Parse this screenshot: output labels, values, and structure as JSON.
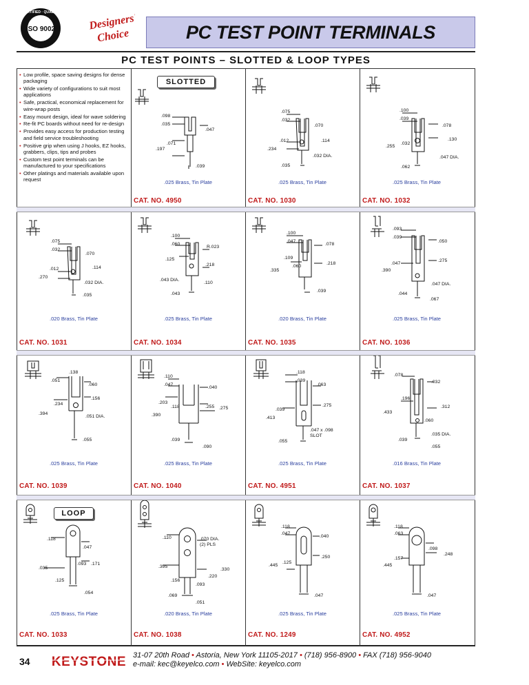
{
  "header": {
    "title": "PC TEST POINT TERMINALS",
    "iso_text": "ISO 9002",
    "iso_ring": "CERTIFIED · QUALITY",
    "brand_line1": "Designers'",
    "brand_line2": "Choice"
  },
  "section": {
    "title": "PC TEST POINTS – SLOTTED & LOOP TYPES"
  },
  "tags": {
    "slotted": "SLOTTED",
    "loop": "LOOP"
  },
  "features": [
    "Low profile, space saving designs for dense packaging",
    "Wide variety of configurations to suit most applications",
    "Safe, practical, economical replacement for wire-wrap posts",
    "Easy mount design, ideal for wave soldering",
    "Re-fit PC boards without need for re-design",
    "Provides easy access for production testing and field service troubleshooting",
    "Positive grip when using J hooks, EZ hooks, grabbers, clips, tips and probes",
    "Custom test point terminals can be manufactured to your specifications",
    "Other platings and materials available upon request"
  ],
  "products": [
    {
      "cat": "CAT. NO. 4950",
      "material": ".025 Brass, Tin Plate",
      "dims": [
        ".098",
        ".035",
        ".047",
        ".071",
        ".197",
        ".039"
      ]
    },
    {
      "cat": "CAT. NO. 1030",
      "material": ".025 Brass, Tin Plate",
      "dims": [
        ".075",
        ".032",
        ".070",
        ".012",
        ".114",
        ".234",
        ".032 DIA.",
        ".035"
      ]
    },
    {
      "cat": "CAT. NO. 1032",
      "material": ".025 Brass, Tin Plate",
      "dims": [
        ".100",
        ".039",
        ".078",
        ".032",
        ".130",
        ".255",
        ".047 DIA.",
        ".062"
      ]
    },
    {
      "cat": "CAT. NO. 1031",
      "material": ".020 Brass, Tin Plate",
      "dims": [
        ".075",
        ".032",
        ".070",
        ".012",
        ".114",
        ".270",
        ".032 DIA.",
        ".035"
      ]
    },
    {
      "cat": "CAT. NO. 1034",
      "material": ".025 Brass, Tin Plate",
      "dims": [
        ".100",
        ".060",
        "R.023",
        ".125",
        ".218",
        ".043 DIA.",
        ".110",
        ".043"
      ]
    },
    {
      "cat": "CAT. NO. 1035",
      "material": ".020 Brass, Tin Plate",
      "dims": [
        ".100",
        ".047",
        ".078",
        ".109",
        ".218",
        ".335",
        ".060",
        ".039"
      ]
    },
    {
      "cat": "CAT. NO. 1036",
      "material": ".025 Brass, Tin Plate",
      "dims": [
        ".093",
        ".039",
        ".050",
        ".047",
        ".275",
        ".390",
        ".047 DIA.",
        ".044",
        ".067"
      ]
    },
    {
      "cat": "CAT. NO. 1039",
      "material": ".025 Brass, Tin Plate",
      "dims": [
        ".138",
        ".051",
        ".060",
        ".156",
        ".234",
        ".394",
        ".051 DIA.",
        ".055"
      ]
    },
    {
      "cat": "CAT. NO. 1040",
      "material": ".025 Brass, Tin Plate",
      "dims": [
        ".110",
        ".047",
        ".040",
        ".203",
        ".118",
        ".255",
        ".275",
        ".390",
        ".039",
        ".090"
      ]
    },
    {
      "cat": "CAT. NO. 4951",
      "material": ".025 Brass, Tin Plate",
      "dims": [
        ".118",
        ".039",
        ".063",
        ".039",
        ".275",
        ".413",
        ".047 x .098",
        "SLOT",
        ".055"
      ]
    },
    {
      "cat": "CAT. NO. 1037",
      "material": ".016 Brass, Tin Plate",
      "dims": [
        ".078",
        ".032",
        ".196",
        ".312",
        ".433",
        ".060",
        ".035 DIA.",
        ".039",
        ".055"
      ]
    },
    {
      "cat": "CAT. NO. 1033",
      "material": ".025 Brass, Tin Plate",
      "dims": [
        ".118",
        ".047",
        ".035",
        ".093",
        ".171",
        ".125",
        ".054"
      ]
    },
    {
      "cat": "CAT. NO. 1038",
      "material": ".020 Brass, Tin Plate",
      "dims": [
        ".110",
        ".070 DIA.",
        "(2) PLS",
        ".395",
        ".330",
        ".156",
        ".220",
        ".093",
        ".069",
        ".051"
      ]
    },
    {
      "cat": "CAT. NO. 1249",
      "material": ".025 Brass, Tin Plate",
      "dims": [
        ".118",
        ".047",
        ".040",
        ".250",
        ".445",
        ".125",
        ".047"
      ]
    },
    {
      "cat": "CAT. NO. 4952",
      "material": ".025 Brass, Tin Plate",
      "dims": [
        ".118",
        ".063",
        ".098",
        ".248",
        ".157",
        ".445",
        ".047"
      ]
    }
  ],
  "footer": {
    "page_number": "34",
    "brand": "KEYSTONE",
    "address": "31-07 20th Road",
    "city": "Astoria, New York 11105-2017",
    "phone": "(718) 956-8900",
    "fax": "FAX (718) 956-9040",
    "email": "e-mail: kec@keyelco.com",
    "web": "WebSite: keyelco.com",
    "separator": "•"
  }
}
